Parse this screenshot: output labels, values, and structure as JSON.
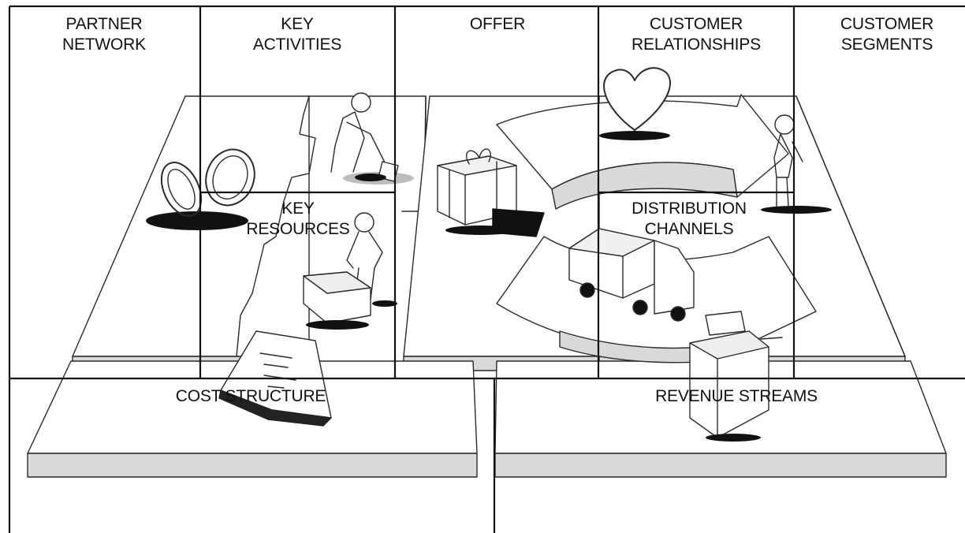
{
  "canvas": {
    "blocks": {
      "partner_network": [
        "PARTNER",
        "NETWORK"
      ],
      "key_activities": [
        "KEY",
        "ACTIVITIES"
      ],
      "offer": [
        "OFFER"
      ],
      "customer_relationships": [
        "CUSTOMER",
        "RELATIONSHIPS"
      ],
      "customer_segments": [
        "CUSTOMER",
        "SEGMENTS"
      ],
      "key_resources": [
        "KEY",
        "RESOURCES"
      ],
      "distribution_channels": [
        "DISTRIBUTION",
        "CHANNELS"
      ],
      "cost_structure": [
        "COST STRUCTURE"
      ],
      "revenue_streams": [
        "REVENUE STREAMS"
      ]
    },
    "colors": {
      "ink": "#111111",
      "sketch": "#2a2a2a",
      "shade": "#d9d9d9",
      "paper": "#ffffff"
    }
  }
}
